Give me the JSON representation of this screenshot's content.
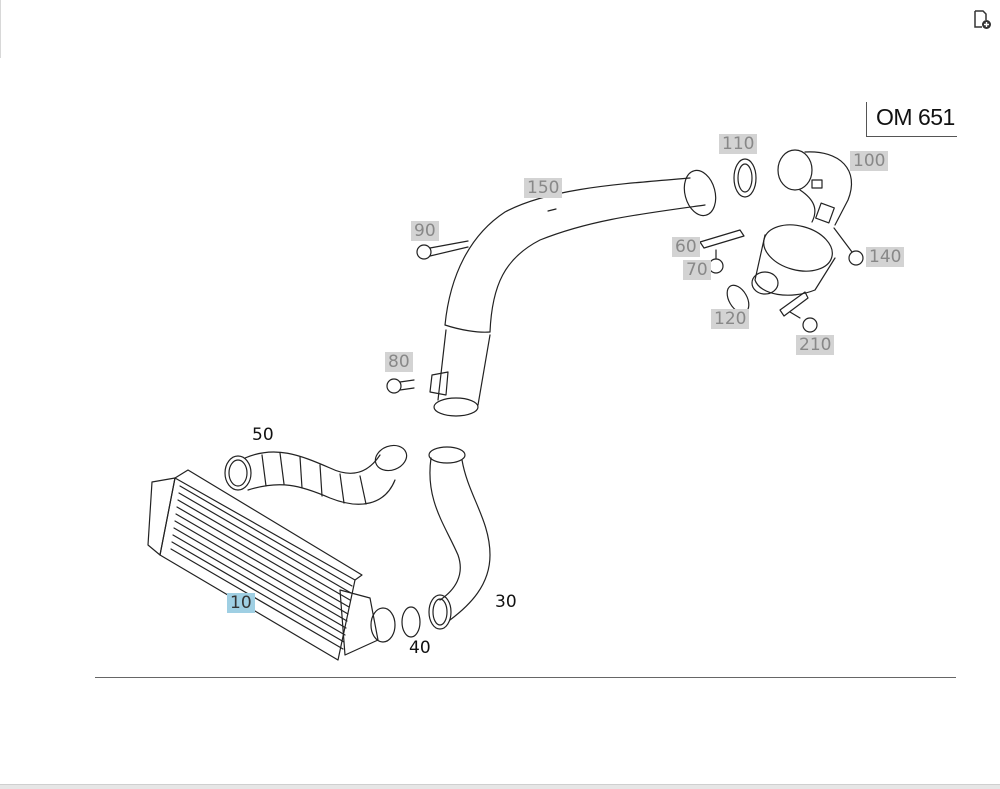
{
  "engine": {
    "label": "OM 651"
  },
  "toolbar": {
    "icon": "add-to-list-icon"
  },
  "parts": {
    "p10": {
      "num": "10",
      "style": "selected"
    },
    "p30": {
      "num": "30",
      "style": "plain"
    },
    "p40": {
      "num": "40",
      "style": "plain"
    },
    "p50": {
      "num": "50",
      "style": "plain"
    },
    "p60": {
      "num": "60",
      "style": "grey"
    },
    "p70": {
      "num": "70",
      "style": "grey"
    },
    "p80": {
      "num": "80",
      "style": "grey"
    },
    "p90": {
      "num": "90",
      "style": "grey"
    },
    "p100": {
      "num": "100",
      "style": "grey"
    },
    "p110": {
      "num": "110",
      "style": "grey"
    },
    "p120": {
      "num": "120",
      "style": "grey"
    },
    "p140": {
      "num": "140",
      "style": "grey"
    },
    "p150": {
      "num": "150",
      "style": "grey"
    },
    "p210": {
      "num": "210",
      "style": "grey"
    }
  },
  "colors": {
    "selected": "#9fcfe3",
    "unavailable": "#d3d3d3",
    "line": "#222222"
  }
}
